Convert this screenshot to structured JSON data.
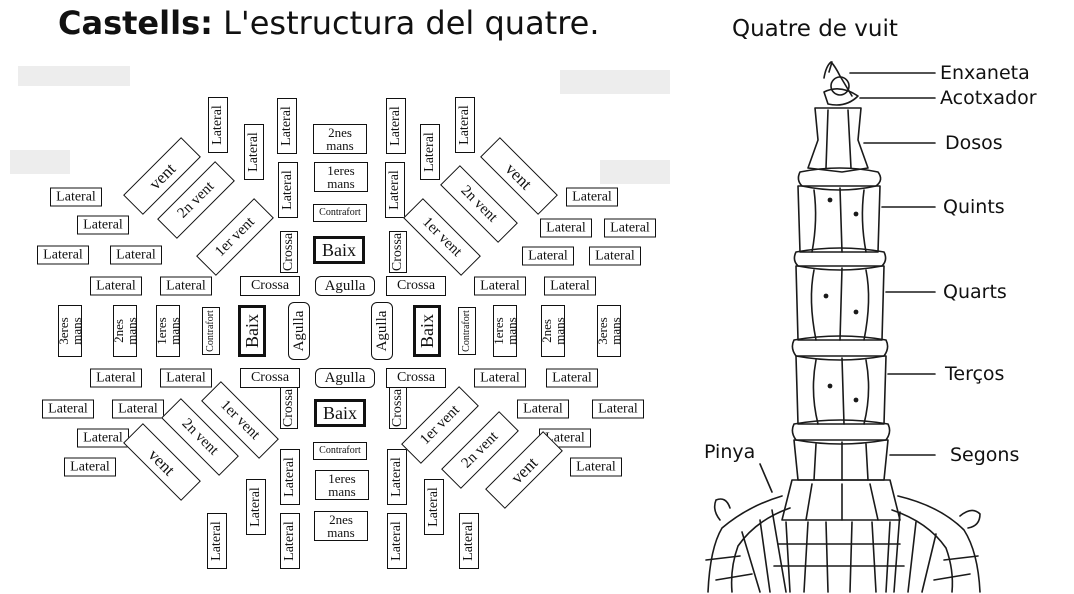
{
  "title": {
    "bold": "Castells:",
    "rest": "L'estructura del quatre."
  },
  "tower": {
    "title": "Quatre de vuit",
    "labels": {
      "enxaneta": "Enxaneta",
      "acotxador": "Acotxador",
      "dosos": "Dosos",
      "quints": "Quints",
      "quarts": "Quarts",
      "tercos": "Terços",
      "segons": "Segons",
      "pinya": "Pinya"
    }
  },
  "diagram": {
    "lateral": "Lateral",
    "vent": "vent",
    "vent2": "2n vent",
    "vent1": "1er vent",
    "crossa": "Crossa",
    "agulla": "Agulla",
    "baix": "Baix",
    "contrafort": "Contrafort",
    "mans1": [
      "1eres",
      "mans"
    ],
    "mans2": [
      "2nes",
      "mans"
    ],
    "mans3": [
      "3eres",
      "mans"
    ]
  }
}
